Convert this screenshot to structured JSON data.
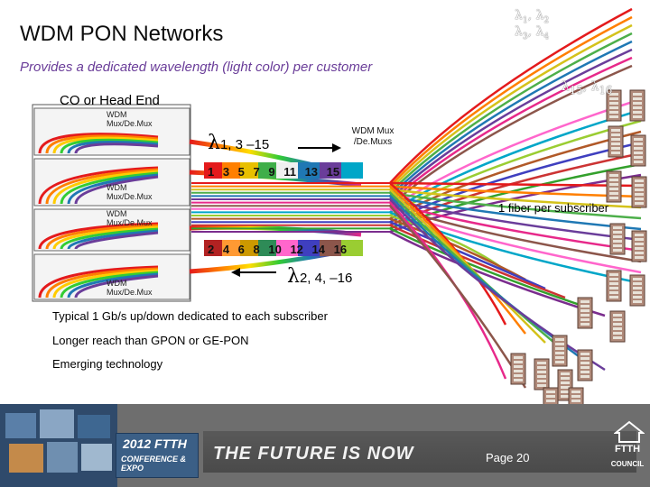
{
  "header": {
    "title": "WDM PON Networks",
    "subtitle": "Provides a dedicated wavelength (light color) per customer"
  },
  "diagram": {
    "co_label": "CO or Head End",
    "mux_boxes": [
      {
        "label": "WDM Mux/De.Mux"
      },
      {
        "label": "WDM Mux/De.Mux"
      },
      {
        "label": "WDM Mux/De.Mux"
      },
      {
        "label": "WDM Mux/De.Mux"
      }
    ],
    "odd_lambda_rest": "1, 3 –15",
    "even_lambda_rest": "2, 4, –16",
    "odd_numbers": "1 3 5 7 9 11 13 15",
    "even_numbers": "2 4 6 8 10 12 14 16",
    "wdm_mux_label": "WDM Mux /De.Muxs",
    "per_subscriber": "1 fiber per subscriber",
    "corner_lambda_line1_a": "1",
    "corner_lambda_line1_b": "2",
    "corner_lambda_line2_a": "3",
    "corner_lambda_line2_b": "4",
    "lambda_15_a": "15",
    "lambda_15_b": "16",
    "lambda_symbol": "λ",
    "fiber_colors": [
      "#e41a1c",
      "#ff7f00",
      "#d4c21b",
      "#4daf4a",
      "#1f78b4",
      "#6a3d9a",
      "#e7298a",
      "#8c564b",
      "#ff66cc",
      "#00a6c8",
      "#9acd32",
      "#b15928",
      "#3f3fbf",
      "#cc3333",
      "#33a02c",
      "#7b2d8e"
    ]
  },
  "bullets": [
    "Typical 1 Gb/s up/down dedicated to each subscriber",
    "Longer reach than GPON or GE-PON",
    "Emerging technology"
  ],
  "footer": {
    "expo_line1": "2012 FTTH",
    "expo_line2": "CONFERENCE & EXPO",
    "tagline": "THE FUTURE IS NOW",
    "page": "Page 20",
    "logo_title": "FTTH",
    "logo_sub": "COUNCIL"
  }
}
